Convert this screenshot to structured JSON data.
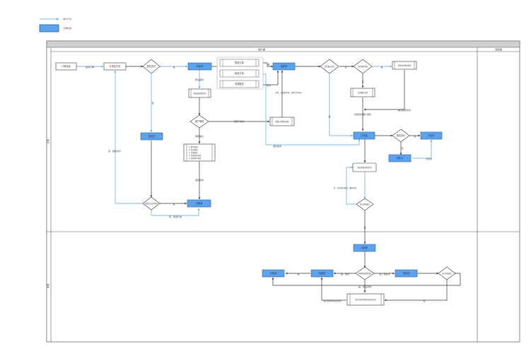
{
  "legend": {
    "line_label": "用户行为",
    "box_label": "订单状态"
  },
  "colors": {
    "flow_line": "#5aa3f0",
    "status_fill": "#5aa3f0",
    "status_stroke": "#2d5f93",
    "black_line": "#333333",
    "header_fill": "#d0d0d0"
  },
  "swimlane": {
    "title": "用户端",
    "right_col": "商家端",
    "lane_top": "买家",
    "lane_bottom": "卖家"
  },
  "nodes": {
    "order_info": "订单信息",
    "order_pay_page": "订单支付页",
    "is_paid": "是否支付",
    "to_ship": "待发货",
    "to_pay": "待支付",
    "pay_timeout": "是否超过支付时间",
    "cancelled": "已取消",
    "apply_refund_state": "修改成退款状态",
    "user_audit": "用户审核",
    "refund_list": "1. 财务退款\n2. 积分退还\n3. 优惠返还\n4. 优惠券不退还\n5. 优惠码不退还",
    "record_refund": "保留订单备注原因",
    "merch_a": "物流订单",
    "merch_b": "拒收订单",
    "merch_c": "完成配送",
    "shipped": "待收货",
    "confirm_receipt": "是否确认收货",
    "timeout_receive": "是否超时收货",
    "auto_confirm": "自动确认收货",
    "refund_apply_box": "买家申请退款退货",
    "received": "已完成",
    "is_review": "是否评价",
    "reviewed": "已评价",
    "to_review": "待评价",
    "apply_after_sale": "发起退货/退款申请",
    "after_sale_ok": "售后审核通过",
    "to_audit": "待发货",
    "seller_review": "商家审核是否同意",
    "to_return": "待退货",
    "done": "已完成",
    "to_ship2": "待发货",
    "is_user_ship": "用户是否退货",
    "timeout_box": "超过设定退货时间自动关闭"
  },
  "edges": {
    "submit_order": "提交订单",
    "yes": "是",
    "no": "否",
    "apply_refund": "申请退款",
    "audit_fail": "审核不通过",
    "audit_pass": "审核通过",
    "refund_done": "退款完成",
    "no_cancel": "否，取消订单",
    "no_continue": "否，继续支付",
    "ship": "发货",
    "reject_note": "拒收：如商家拒收，更新订单状态",
    "reject_done": "退货完成",
    "timeout_note": "超过收货时间",
    "auto_note": "系统自动确认收货",
    "go_review": "去评价",
    "no_reapply": "否，修改退货原因，重新发起",
    "yes_return": "是，退货",
    "yes_ship": "是，退发货",
    "yes_done": "是，售后完成",
    "timeout_close": "超过退货时间自动关闭"
  }
}
